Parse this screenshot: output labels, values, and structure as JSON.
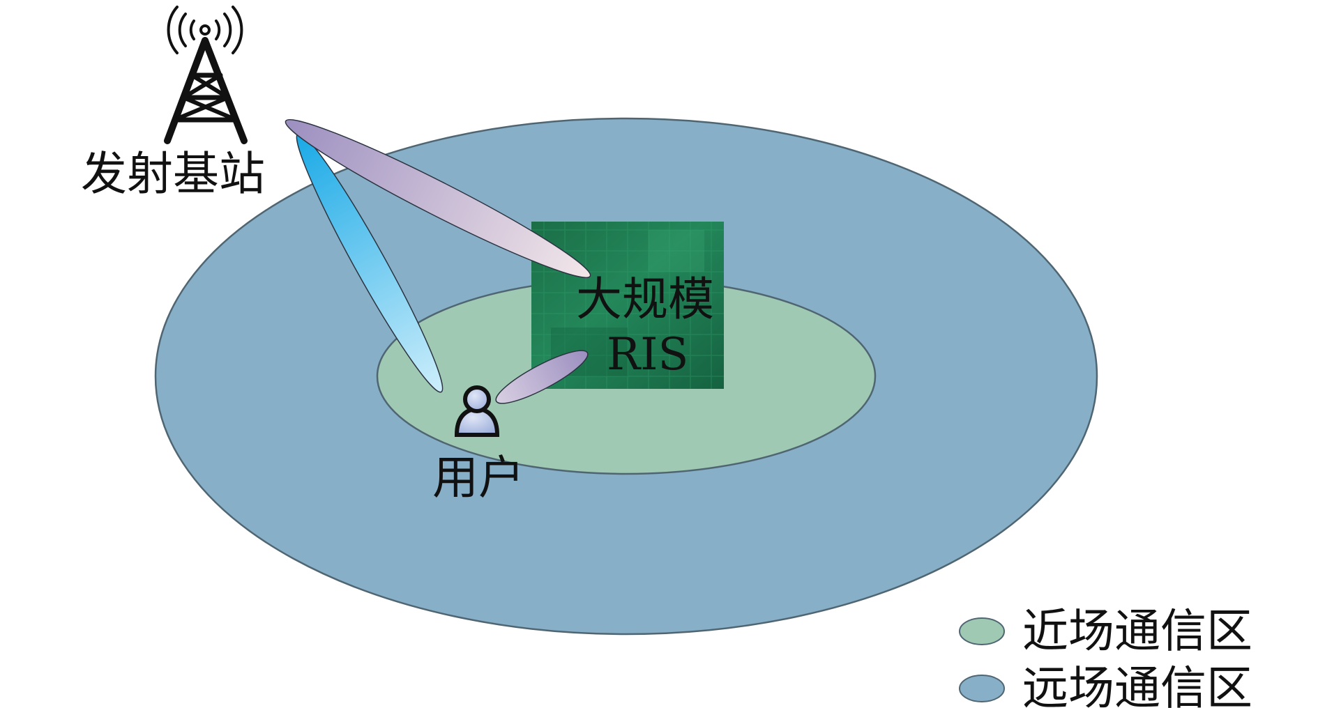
{
  "labels": {
    "base_station": "发射基站",
    "ris_line1": "大规模",
    "ris_line2": "RIS",
    "user": "用户"
  },
  "legend": {
    "near_field": "近场通信区",
    "far_field": "远场通信区"
  },
  "colors": {
    "near_field_fill": "#9fc9b3",
    "far_field_fill": "#87afc7",
    "zone_stroke": "#4f6672",
    "ris_fill": "#1f7a4f",
    "beam_direct_start": "#19a9e6",
    "beam_direct_end": "#cdeefb",
    "beam_reflect_start": "#9c8fc0",
    "beam_reflect_end": "#f3e7ea",
    "user_fill": "#b5c3e6",
    "tower": "#111111"
  },
  "icons": {
    "base_station": "radio-tower-icon",
    "user": "person-icon",
    "ris": "ris-panel-icon"
  }
}
